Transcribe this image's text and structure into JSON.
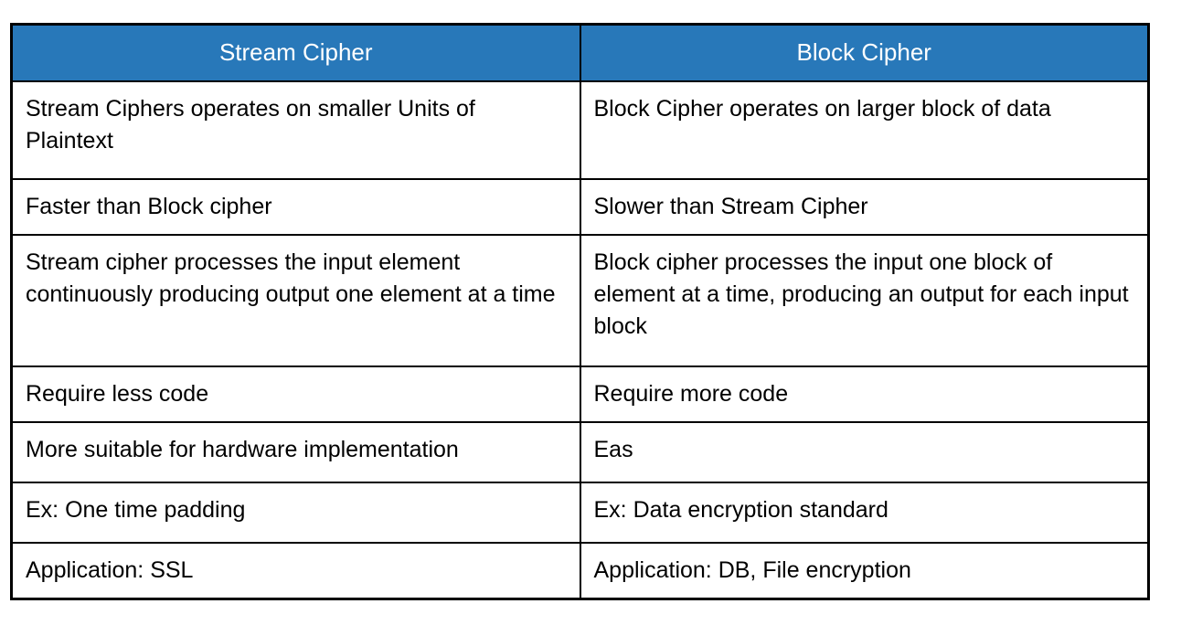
{
  "table": {
    "title": "Stream Cipher vs Block Cipher comparison",
    "colors": {
      "header_bg": "#2878B9",
      "header_text": "#FFFFFF",
      "body_text": "#000000",
      "border": "#000000"
    },
    "columns": [
      {
        "header": "Stream Cipher"
      },
      {
        "header": "Block Cipher"
      }
    ],
    "rows": [
      {
        "stream": "Stream Ciphers operates on smaller Units of Plaintext",
        "block": "Block Cipher operates on larger block of data"
      },
      {
        "stream": "Faster than Block cipher",
        "block": "Slower than Stream Cipher"
      },
      {
        "stream": "Stream cipher processes the input element continuously producing output one element at a time",
        "block": "Block cipher processes the input one block of element at a time, producing an output for each input block"
      },
      {
        "stream": "Require less code",
        "block": "Require more code"
      },
      {
        "stream": "More suitable for hardware implementation",
        "block": "Eas"
      },
      {
        "stream": "Ex: One time padding",
        "block": "Ex: Data encryption standard"
      },
      {
        "stream": "Application: SSL",
        "block": "Application: DB, File encryption"
      }
    ]
  }
}
